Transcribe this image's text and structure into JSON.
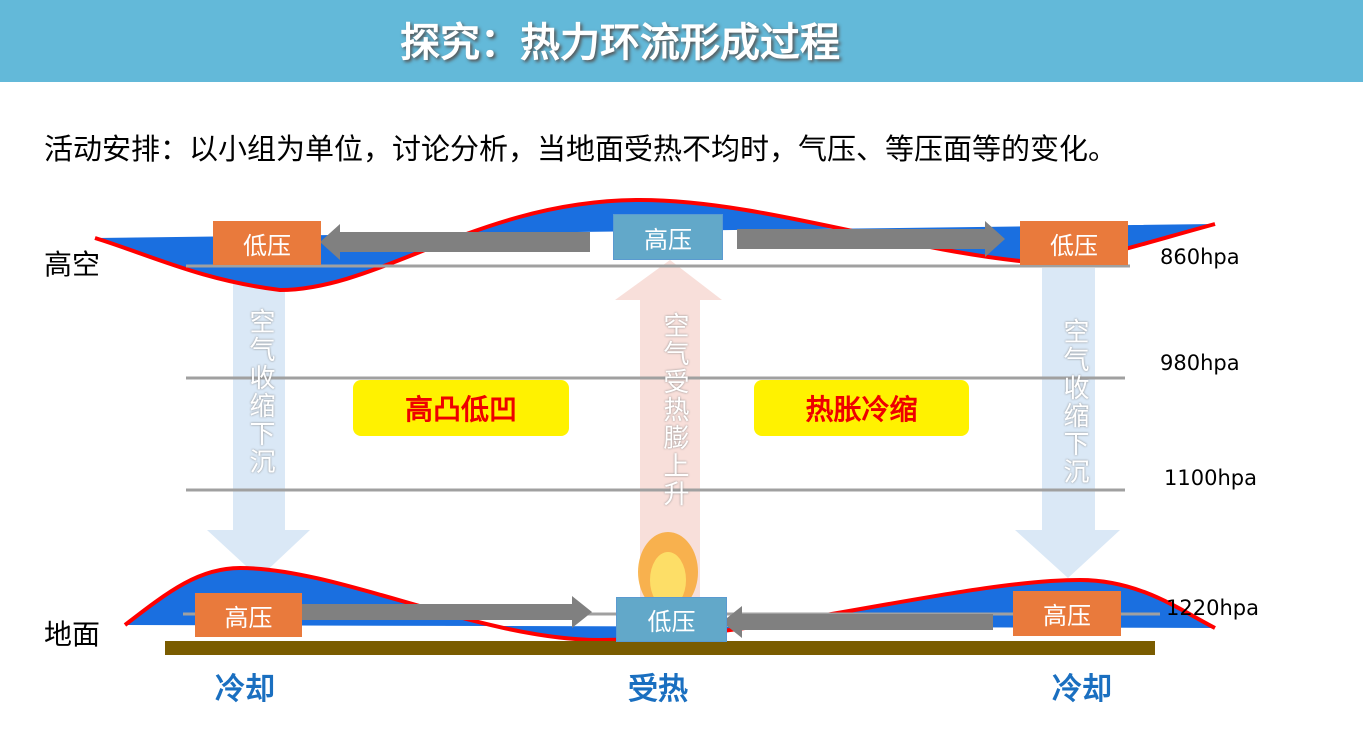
{
  "header": {
    "title": "探究：热力环流形成过程"
  },
  "activity": "活动安排：以小组为单位，讨论分析，当地面受热不均时，气压、等压面等的变化。",
  "labels": {
    "high_altitude": "高空",
    "ground": "地面"
  },
  "upper": {
    "left": "低压",
    "center": "高压",
    "right": "低压"
  },
  "lower": {
    "left": "高压",
    "center": "低压",
    "right": "高压"
  },
  "vertical": {
    "left": "空气收缩下沉",
    "center": "空气受热膨上升",
    "right": "空气收缩下沉"
  },
  "callouts": {
    "left": "高凸低凹",
    "right": "热胀冷缩"
  },
  "isobars": [
    "860hpa",
    "980hpa",
    "1100hpa",
    "1220hpa"
  ],
  "surface": {
    "left": "冷却",
    "center": "受热",
    "right": "冷却"
  },
  "colors": {
    "header": "#63b9d9",
    "low_box": "#e97a3c",
    "high_box": "#62a8c9",
    "wave": "#1a6fe0",
    "curve": "#ff0000",
    "ground": "#7a5c00"
  }
}
